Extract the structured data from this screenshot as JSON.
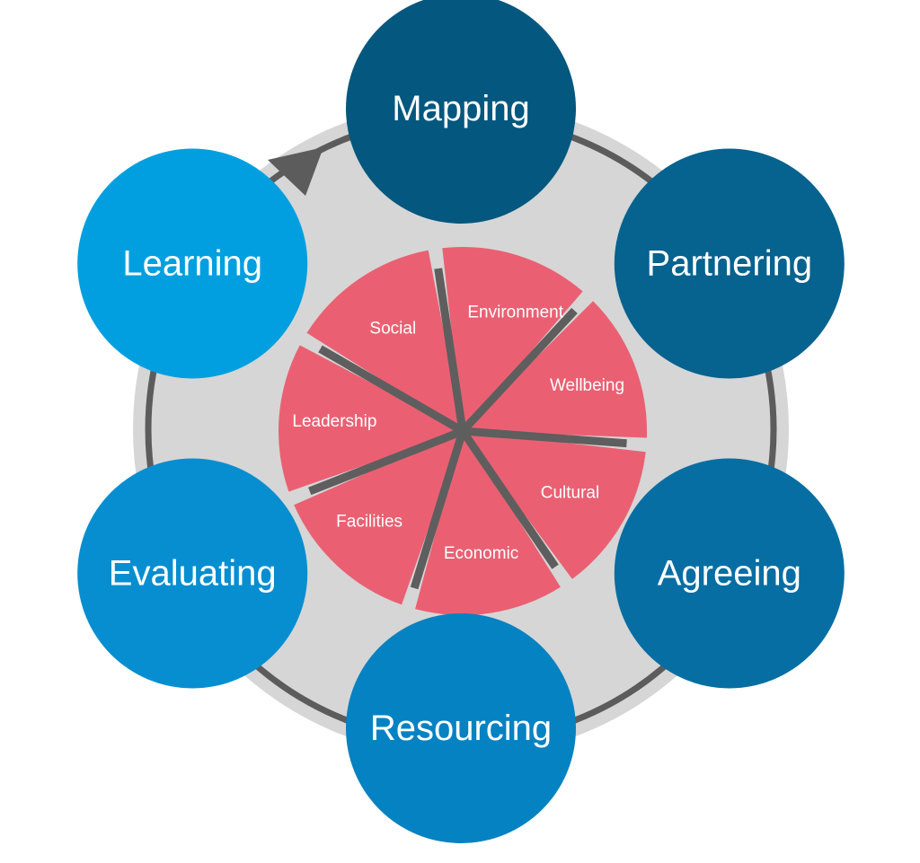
{
  "cycle": {
    "stages": [
      {
        "id": "mapping",
        "label": "Mapping",
        "color": "#04577e"
      },
      {
        "id": "partnering",
        "label": "Partnering",
        "color": "#06628f"
      },
      {
        "id": "agreeing",
        "label": "Agreeing",
        "color": "#066ea3"
      },
      {
        "id": "resourcing",
        "label": "Resourcing",
        "color": "#0582c2"
      },
      {
        "id": "evaluating",
        "label": "Evaluating",
        "color": "#078ed1"
      },
      {
        "id": "learning",
        "label": "Learning",
        "color": "#029fe0"
      }
    ],
    "ring_color": "#d6d6d6",
    "track_color": "#5c5c5c"
  },
  "pie": {
    "color": "#ea6072",
    "spoke_color": "#5e5e5e",
    "segments": [
      {
        "id": "social",
        "label": "Social"
      },
      {
        "id": "environment",
        "label": "Environment"
      },
      {
        "id": "wellbeing",
        "label": "Wellbeing"
      },
      {
        "id": "cultural",
        "label": "Cultural"
      },
      {
        "id": "economic",
        "label": "Economic"
      },
      {
        "id": "facilities",
        "label": "Facilities"
      },
      {
        "id": "leadership",
        "label": "Leadership"
      }
    ]
  }
}
